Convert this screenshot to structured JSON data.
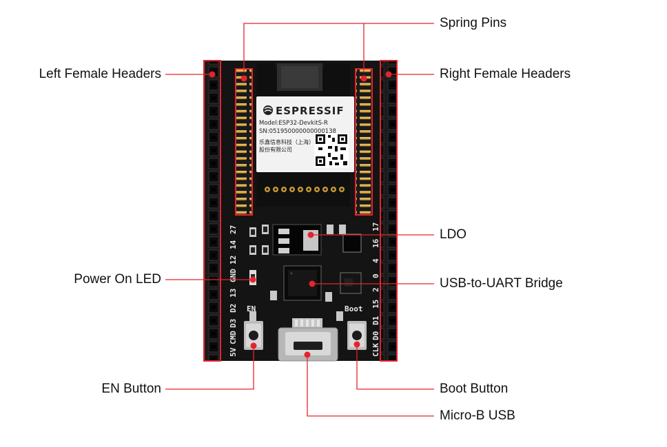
{
  "callouts": {
    "left_female_headers": "Left Female Headers",
    "spring_pins": "Spring Pins",
    "right_female_headers": "Right Female Headers",
    "ldo": "LDO",
    "power_on_led": "Power On LED",
    "usb_to_uart_bridge": "USB-to-UART Bridge",
    "en_button": "EN Button",
    "boot_button": "Boot Button",
    "micro_b_usb": "Micro-B USB"
  },
  "module_label": {
    "brand": "ESPRESSIF",
    "model": "Model:ESP32-DevkitS-R",
    "serial": "SN:051950000000000138",
    "company_line1": "乐鑫信息科技（上海）",
    "company_line2": "股份有限公司"
  },
  "silkscreen": {
    "en": "EN",
    "boot": "Boot",
    "left_pins": [
      "27",
      "14",
      "12",
      "GND",
      "13",
      "D2",
      "D3",
      "CMD",
      "5V"
    ],
    "right_pins": [
      "17",
      "16",
      "4",
      "0",
      "2",
      "15",
      "D1",
      "D0",
      "CLK"
    ]
  },
  "colors": {
    "pcb": "#141414",
    "header": "#1c1c1c",
    "callout": "#e6232d",
    "gold": "#d4a637",
    "label_bg": "#f2f2f2"
  }
}
